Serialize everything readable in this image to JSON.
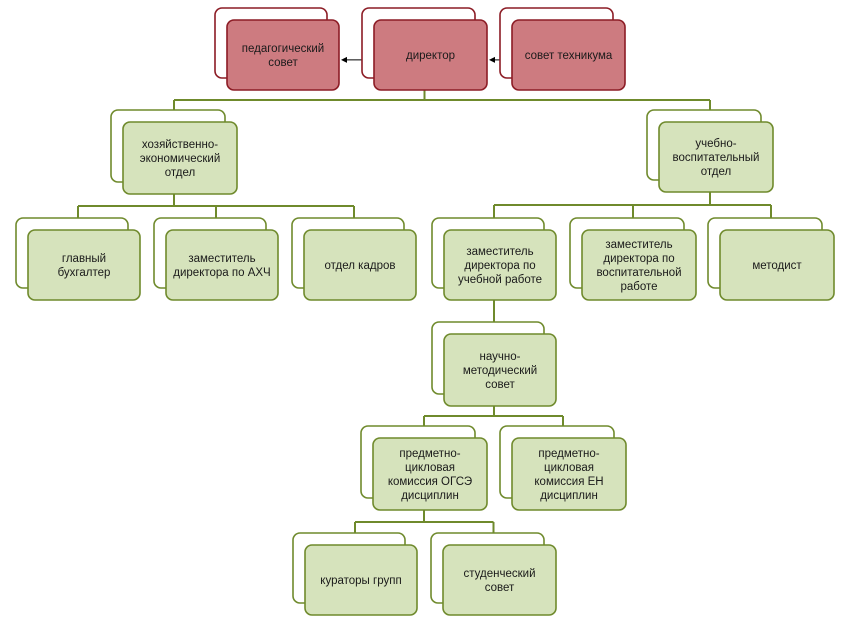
{
  "colors": {
    "red_fill": "#cd7b80",
    "red_stroke": "#8c1c25",
    "green_fill": "#d6e3bc",
    "green_stroke": "#6f8a2c",
    "line": "#6f8a2c",
    "arrow": "#000000"
  },
  "nodes": [
    {
      "id": "pedsovet",
      "type": "red",
      "lines": [
        "педагогический",
        "совет"
      ]
    },
    {
      "id": "director",
      "type": "red",
      "lines": [
        "директор"
      ]
    },
    {
      "id": "sovet_tech",
      "type": "red",
      "lines": [
        "совет техникума"
      ]
    },
    {
      "id": "hoz",
      "type": "green",
      "lines": [
        "хозяйственно-",
        "экономический",
        "отдел"
      ]
    },
    {
      "id": "ucheb",
      "type": "green",
      "lines": [
        "учебно-",
        "воспитательный",
        "отдел"
      ]
    },
    {
      "id": "buh",
      "type": "green",
      "lines": [
        "главный",
        "бухгалтер"
      ]
    },
    {
      "id": "zam_ahch",
      "type": "green",
      "lines": [
        "заместитель",
        "директора по АХЧ"
      ]
    },
    {
      "id": "kadry",
      "type": "green",
      "lines": [
        "отдел кадров"
      ]
    },
    {
      "id": "zam_ur",
      "type": "green",
      "lines": [
        "заместитель",
        "директора по",
        "учебной работе"
      ]
    },
    {
      "id": "zam_vr",
      "type": "green",
      "lines": [
        "заместитель",
        "директора по",
        "воспитательной",
        "работе"
      ]
    },
    {
      "id": "metodist",
      "type": "green",
      "lines": [
        "методист"
      ]
    },
    {
      "id": "nms",
      "type": "green",
      "lines": [
        "научно-",
        "методический",
        "совет"
      ]
    },
    {
      "id": "pck_ogse",
      "type": "green",
      "lines": [
        "предметно-",
        "цикловая",
        "комиссия  ОГСЭ",
        "дисциплин"
      ]
    },
    {
      "id": "pck_en",
      "type": "green",
      "lines": [
        "предметно-",
        "цикловая",
        "комиссия  ЕН",
        "дисциплин"
      ]
    },
    {
      "id": "kuratory",
      "type": "green",
      "lines": [
        "кураторы групп"
      ]
    },
    {
      "id": "stud",
      "type": "green",
      "lines": [
        "студенческий",
        "совет"
      ]
    }
  ],
  "hierarchy": [
    {
      "parent": "director",
      "children": [
        "hoz",
        "ucheb"
      ]
    },
    {
      "parent": "hoz",
      "children": [
        "buh",
        "zam_ahch",
        "kadry"
      ]
    },
    {
      "parent": "ucheb",
      "children": [
        "zam_ur",
        "zam_vr",
        "metodist"
      ]
    },
    {
      "parent": "zam_ur",
      "children": [
        "nms"
      ]
    },
    {
      "parent": "nms",
      "children": [
        "pck_ogse",
        "pck_en"
      ]
    },
    {
      "parent": "pck_ogse",
      "children": [
        "kuratory",
        "stud"
      ]
    }
  ],
  "bidirectional": [
    {
      "from": "pedsovet",
      "to": "director"
    },
    {
      "from": "director",
      "to": "sovet_tech"
    }
  ]
}
